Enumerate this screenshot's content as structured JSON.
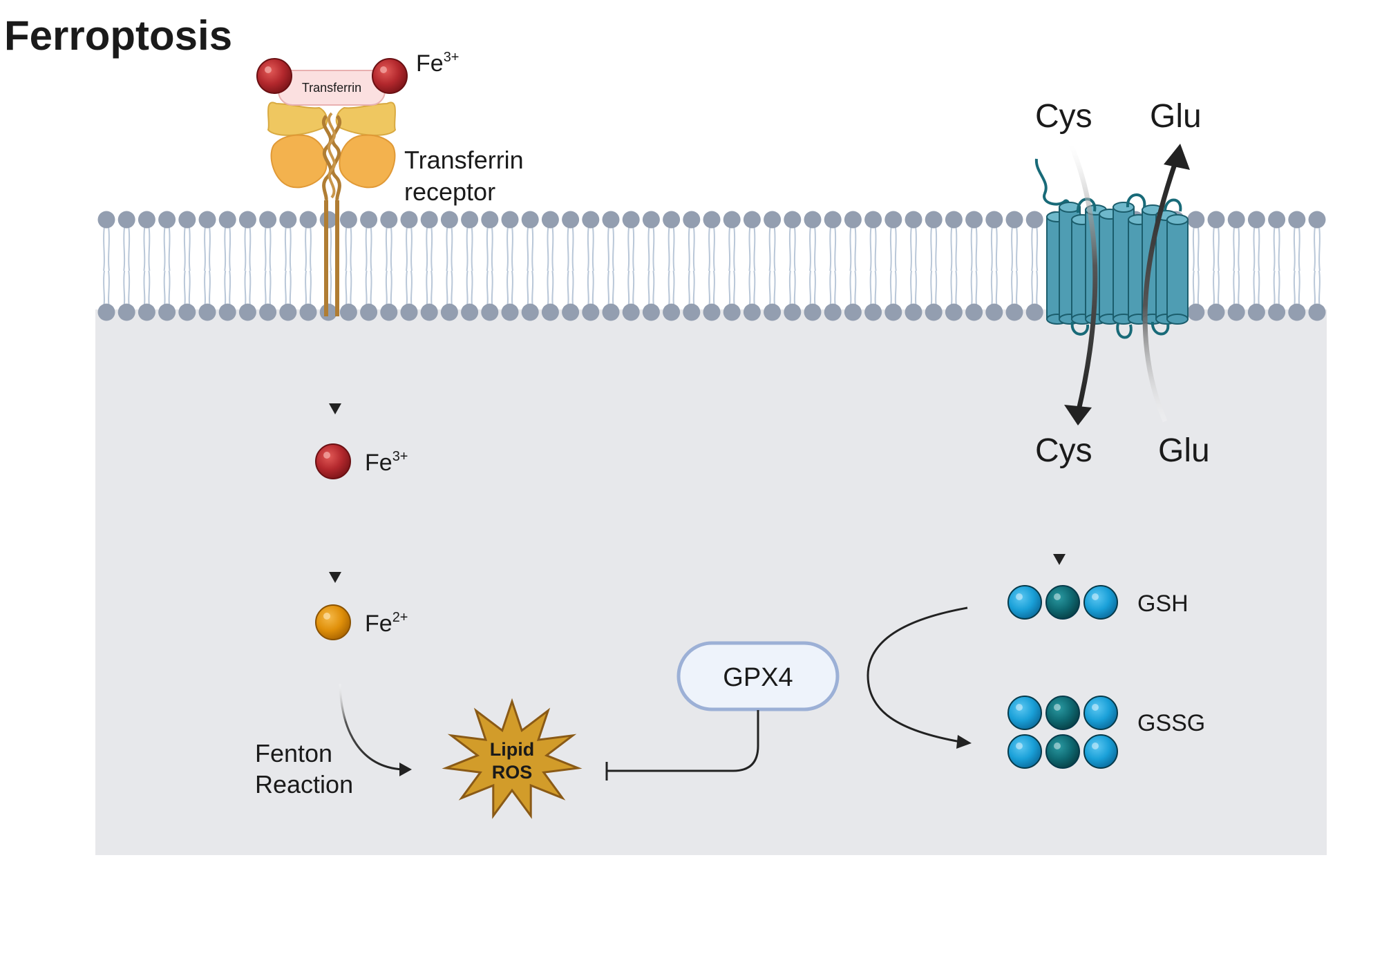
{
  "title": "Ferroptosis",
  "transferrin": {
    "protein_label": "Transferrin",
    "iron_label": "Fe",
    "iron_charge": "3+",
    "receptor_line1": "Transferrin",
    "receptor_line2": "receptor"
  },
  "transporter": {
    "outside_left": "Cys",
    "outside_right": "Glu",
    "inside_left": "Cys",
    "inside_right": "Glu"
  },
  "iron_pathway": {
    "fe3_label": "Fe",
    "fe3_charge": "3+",
    "fe2_label": "Fe",
    "fe2_charge": "2+",
    "fenton_line1": "Fenton",
    "fenton_line2": "Reaction"
  },
  "ros": {
    "line1": "Lipid",
    "line2": "ROS"
  },
  "gpx4": {
    "label": "GPX4"
  },
  "glutathione": {
    "gsh_label": "GSH",
    "gssg_label": "GSSG"
  },
  "colors": {
    "cytoplasm": "#e7e8eb",
    "lipid_head": "#939eb0",
    "lipid_tail": "#b9c7d8",
    "iron3": "#b3282d",
    "iron2": "#e0900a",
    "transporter": "#4f9db3",
    "ros": "#d29c2a",
    "gsh_light": "#1aa0d8",
    "gsh_dark": "#0f6a73",
    "gpx4_fill": "#eef3fb",
    "gpx4_stroke": "#9cb0d6"
  }
}
